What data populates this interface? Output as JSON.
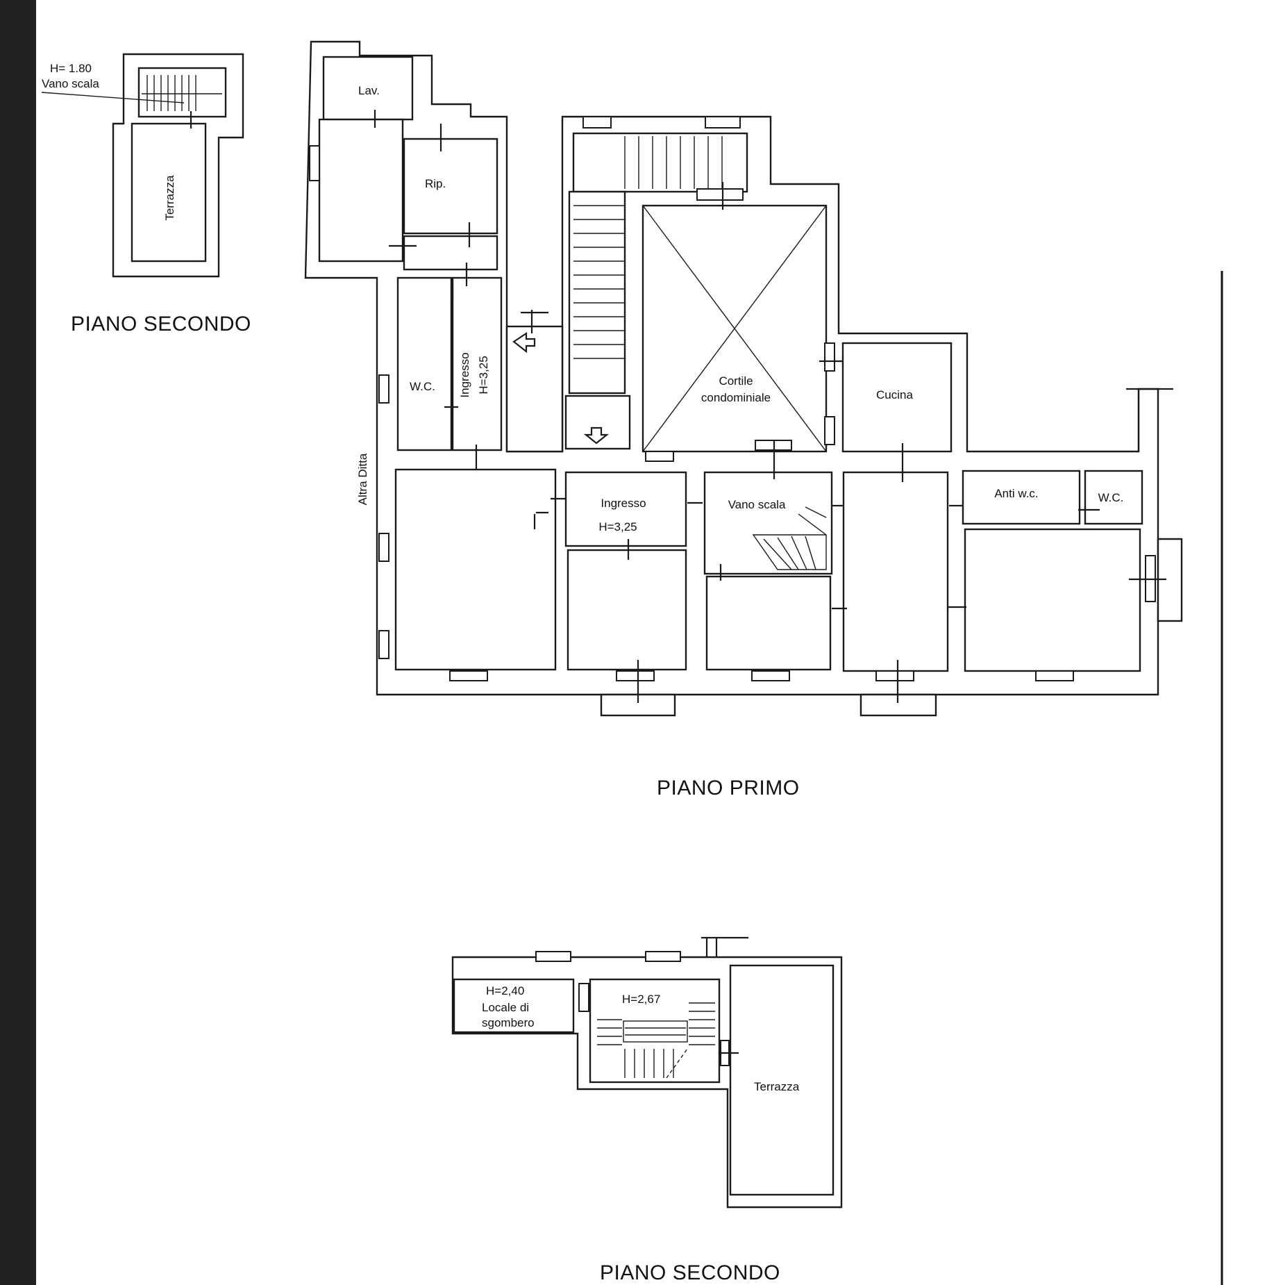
{
  "plans": {
    "top_left": {
      "title": "PIANO SECONDO",
      "height_label": "H= 1.80",
      "stair_label": "Vano scala",
      "terrace_label": "Terrazza"
    },
    "primo": {
      "title": "PIANO PRIMO",
      "rooms": {
        "lav": "Lav.",
        "rip": "Rip.",
        "wc_left": "W.C.",
        "ingresso_side": "Ingresso",
        "ingresso_side_h": "H=3,25",
        "cortile_1": "Cortile",
        "cortile_2": "condominiale",
        "cucina": "Cucina",
        "altra_ditta": "Altra Ditta",
        "ingresso_main": "Ingresso",
        "ingresso_main_h": "H=3,25",
        "vano_scala": "Vano scala",
        "anti_wc": "Anti w.c.",
        "wc_right": "W.C."
      }
    },
    "bottom": {
      "title": "PIANO SECONDO",
      "locale_h": "H=2,40",
      "locale_1": "Locale di",
      "locale_2": "sgombero",
      "stair_h": "H=2,67",
      "terrace_label": "Terrazza"
    }
  },
  "colors": {
    "line": "#1a1a1a",
    "paper": "#ffffff"
  }
}
